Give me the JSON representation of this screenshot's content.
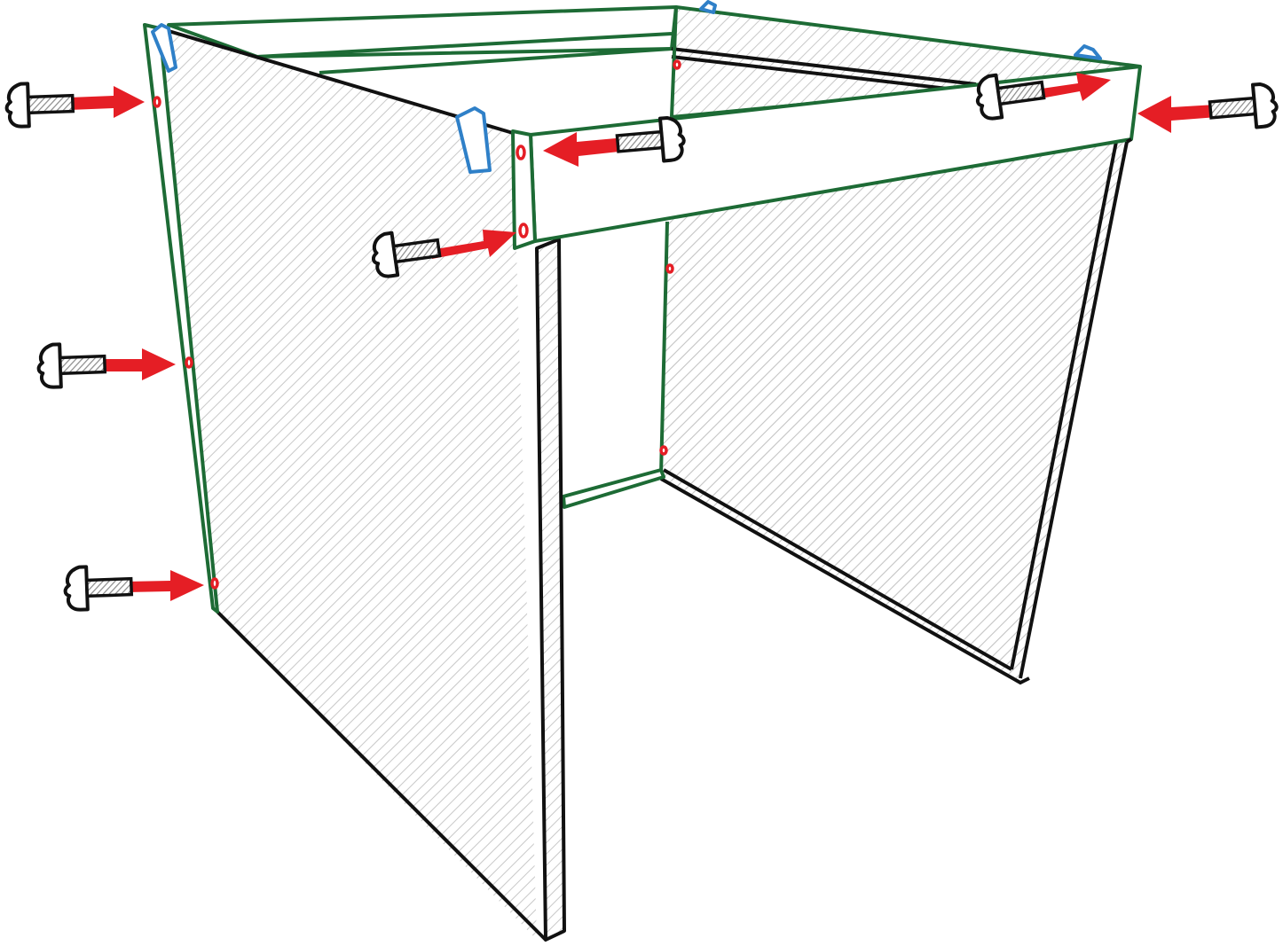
{
  "figure": {
    "description_visible_text": "",
    "colors": {
      "background": "#ffffff",
      "panel_outline": "#111111",
      "highlight_outline": "#1d6b35",
      "hatch": "#c8c8c8",
      "arrow": "#e51e25",
      "hole": "#e51e25",
      "clip": "#2f80c8",
      "screw_outline": "#111111",
      "screw_thread": "#8a8a8a"
    },
    "parts": {
      "panels": [
        "left-side-panel",
        "right-side-panel",
        "back-panel",
        "front-rail",
        "rear-rail",
        "bottom-rail"
      ],
      "screw_count": 7,
      "clip_count": 4,
      "hole_count": 9
    }
  }
}
